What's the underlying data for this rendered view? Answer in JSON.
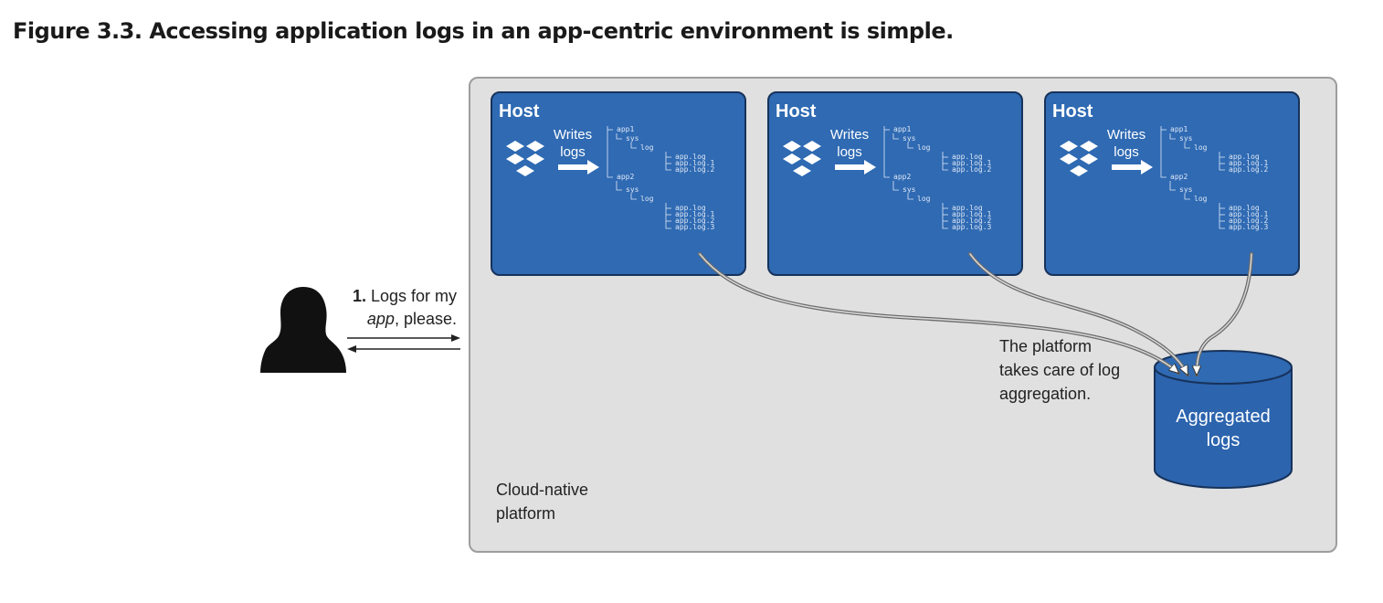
{
  "caption": "Figure 3.3. Accessing application logs in an app-centric environment is simple.",
  "platform": {
    "label": "Cloud-native platform",
    "label_lines": [
      "Cloud-native",
      "platform"
    ]
  },
  "hosts": [
    {
      "title": "Host",
      "writes_lines": [
        "Writes",
        "logs"
      ]
    },
    {
      "title": "Host",
      "writes_lines": [
        "Writes",
        "logs"
      ]
    },
    {
      "title": "Host",
      "writes_lines": [
        "Writes",
        "logs"
      ]
    }
  ],
  "log_tree": [
    "app1",
    "sys",
    "log",
    "app.log",
    "app.log.1",
    "app.log.2",
    "app2",
    "sys",
    "log",
    "app.log",
    "app.log.1",
    "app.log.2",
    "app.log.3"
  ],
  "request": {
    "number": "1.",
    "line1_rest": " Logs for my",
    "line2_em": "app",
    "line2_rest": ", please."
  },
  "note_lines": [
    "The platform",
    "takes care of log",
    "aggregation."
  ],
  "aggregated": {
    "lines": [
      "Aggregated",
      "logs"
    ]
  },
  "colors": {
    "host_fill": "#2f6ab3",
    "host_border": "#17325a",
    "platform_fill": "#e0e0e1",
    "db_fill": "#2c64ae"
  },
  "icons": {
    "app": "dropbox-icon",
    "person": "person-silhouette-icon",
    "store": "database-cylinder-icon"
  }
}
